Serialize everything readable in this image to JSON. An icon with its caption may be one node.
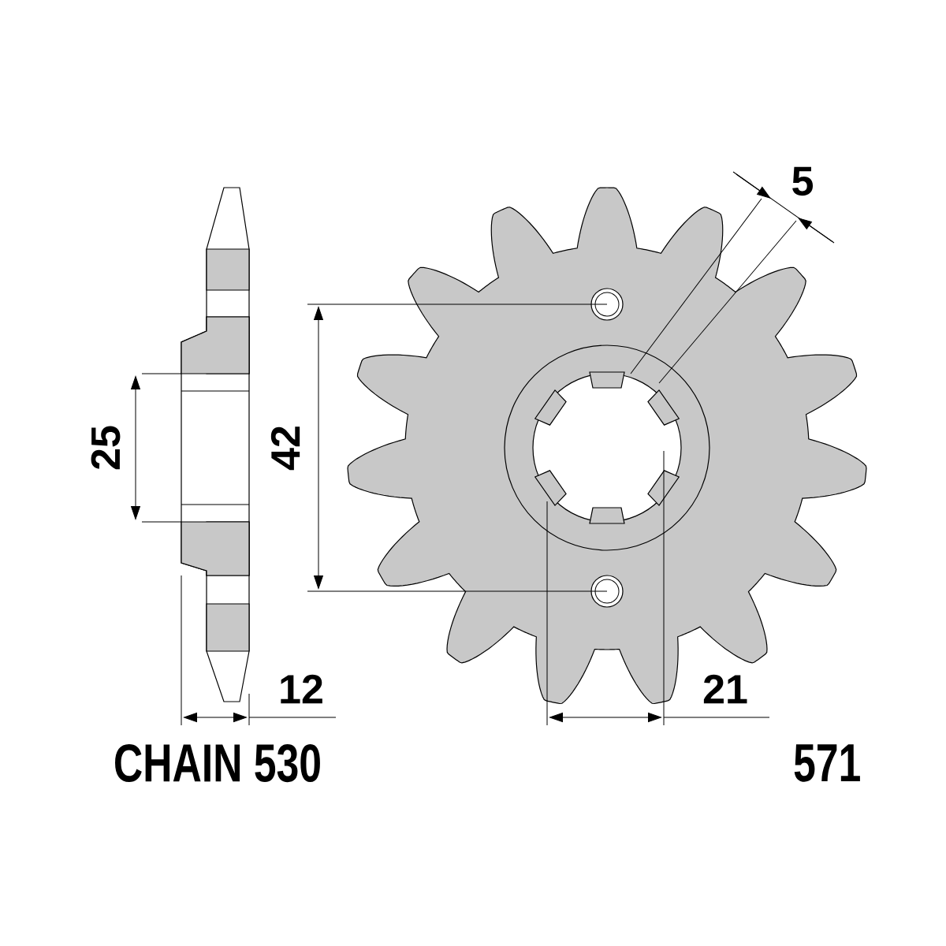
{
  "diagram": {
    "labels": [
      "5",
      "25",
      "42",
      "12",
      "21",
      "CHAIN 530",
      "571"
    ]
  }
}
